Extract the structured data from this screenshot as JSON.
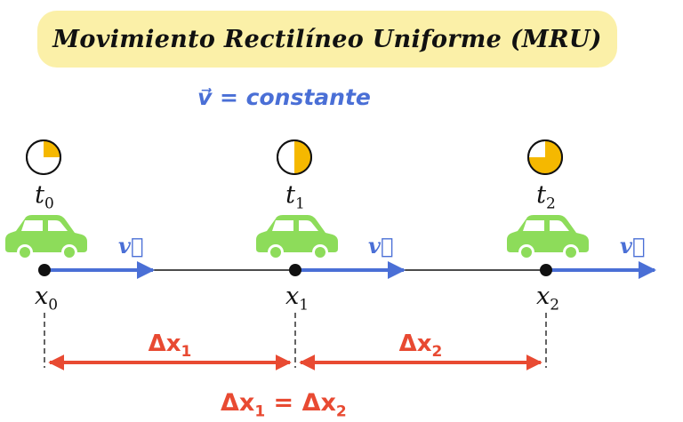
{
  "title": "Movimiento Rectilíneo Uniforme (MRU)",
  "velocity_equation": "v⃗ = constante",
  "velocity_symbol": "v⃗",
  "colors": {
    "velocity": "#4a6fd6",
    "displacement": "#e84a32",
    "car": "#8ddc5a",
    "clock_fill": "#f5b800",
    "title_background": "#fbf0a8"
  },
  "points": [
    {
      "time_symbol": "t",
      "time_index": "0",
      "position_symbol": "x",
      "position_index": "0",
      "clock_fraction": 0.25
    },
    {
      "time_symbol": "t",
      "time_index": "1",
      "position_symbol": "x",
      "position_index": "1",
      "clock_fraction": 0.5
    },
    {
      "time_symbol": "t",
      "time_index": "2",
      "position_symbol": "x",
      "position_index": "2",
      "clock_fraction": 0.75
    }
  ],
  "displacements": [
    {
      "symbol": "Δx",
      "index": "1"
    },
    {
      "symbol": "Δx",
      "index": "2"
    }
  ],
  "equality": {
    "left": "Δx",
    "left_index": "1",
    "sign": " = ",
    "right": "Δx",
    "right_index": "2"
  }
}
